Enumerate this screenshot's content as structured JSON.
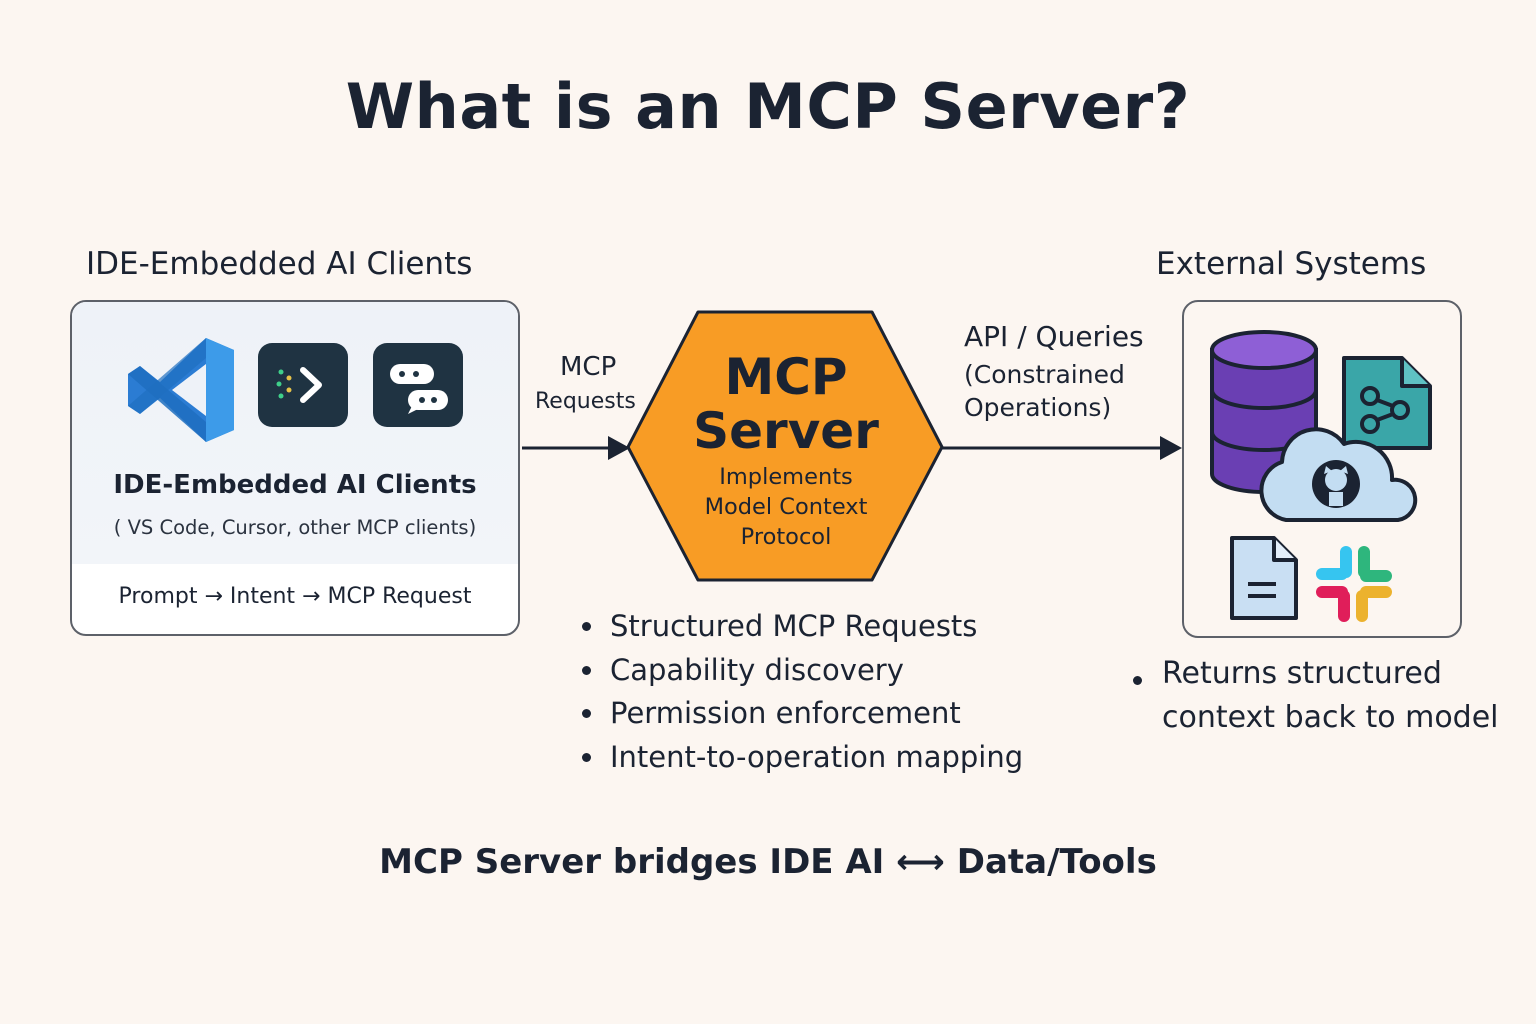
{
  "title": "What is an MCP Server?",
  "left_section": {
    "heading": "IDE-Embedded AI Clients",
    "card_title": "IDE-Embedded AI Clients",
    "card_subtitle": "( VS Code, Cursor, other MCP clients)",
    "flow": "Prompt → Intent → MCP Request",
    "icons": [
      "vscode-icon",
      "cursor-terminal-icon",
      "chat-bubbles-icon"
    ]
  },
  "arrow_left": {
    "label_line1": "MCP",
    "label_line2": "Requests"
  },
  "server": {
    "title_line1": "MCP",
    "title_line2": "Server",
    "desc_line1": "Implements",
    "desc_line2": "Model Context",
    "desc_line3": "Protocol",
    "color": "#f89c25",
    "bullets": [
      "Structured MCP Requests",
      "Capability discovery",
      "Permission enforcement",
      "Intent-to-operation mapping"
    ]
  },
  "arrow_right": {
    "label_line1": "API / Queries",
    "label_line2": "(Constrained",
    "label_line3": "Operations)"
  },
  "right_section": {
    "heading": "External Systems",
    "icons": [
      "database-icon",
      "share-file-icon",
      "github-cloud-icon",
      "document-icon",
      "slack-icon"
    ],
    "return_line1": "Returns structured",
    "return_line2": "context back to model"
  },
  "footer": "MCP Server bridges IDE AI ⟷ Data/Tools"
}
